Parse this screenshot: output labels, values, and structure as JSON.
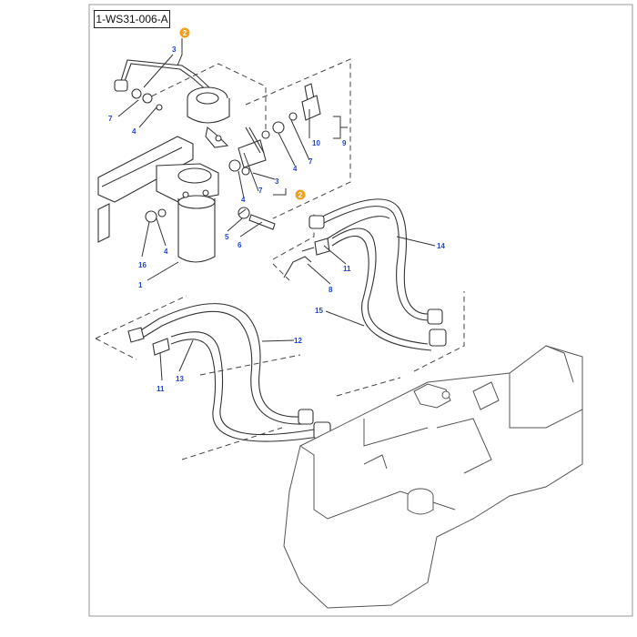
{
  "diagram": {
    "code": "1-WS31-006-A",
    "colors": {
      "callout_blue": "#2244cc",
      "badge_orange": "#f0a020",
      "line": "#333333"
    },
    "badge_label": "2",
    "callouts": {
      "c3a": "3",
      "c7a": "7",
      "c4a": "4",
      "c10": "10",
      "c9": "9",
      "c4b": "4",
      "c7b": "7",
      "c4c": "4",
      "c7c": "7",
      "c3b": "3",
      "c4d": "4",
      "c5": "5",
      "c6": "6",
      "c16": "16",
      "c1": "1",
      "c14": "14",
      "c11a": "11",
      "c8": "8",
      "c15": "15",
      "c12": "12",
      "c11b": "11",
      "c13": "13"
    }
  }
}
